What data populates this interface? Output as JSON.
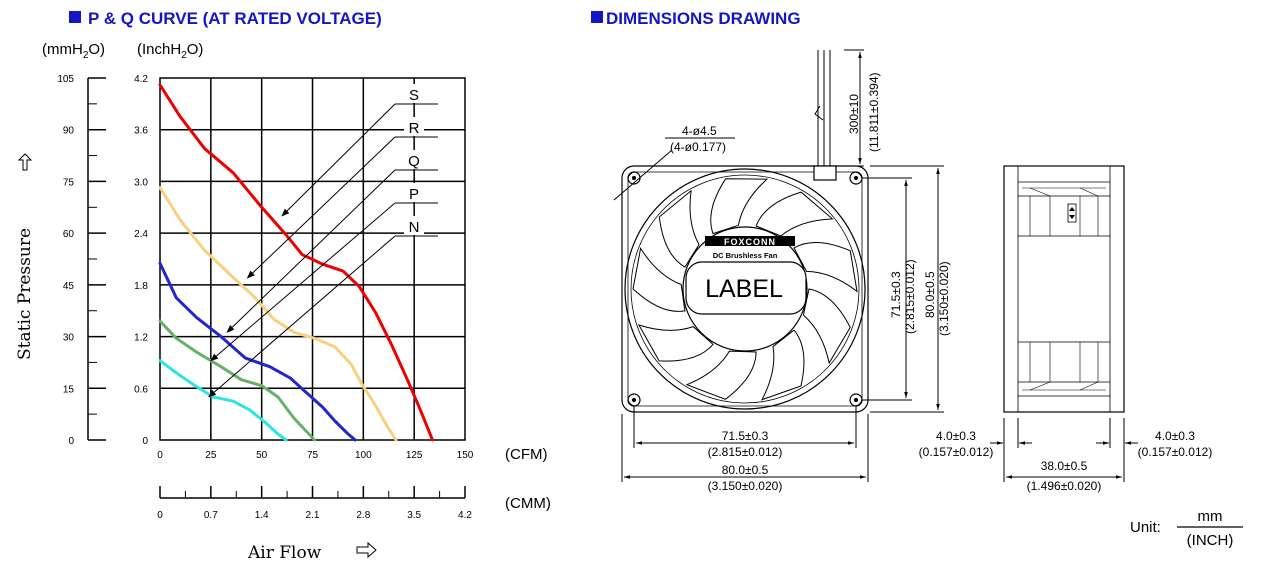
{
  "titles": {
    "pq": "P & Q CURVE (AT RATED VOLTAGE)",
    "dims": "DIMENSIONS DRAWING"
  },
  "chart_data": {
    "type": "line",
    "title": "P & Q CURVE (AT RATED VOLTAGE)",
    "ylabel": "Static Pressure",
    "xlabel": "Air Flow",
    "y_unit_left": "(mmH2O)",
    "y_unit_right": "(InchH2O)",
    "x_unit_top": "(CFM)",
    "x_unit_bottom": "(CMM)",
    "xlim": [
      0,
      150
    ],
    "ylim": [
      0,
      4.2
    ],
    "x_ticks": [
      0,
      25,
      50,
      75,
      100,
      125,
      150
    ],
    "x2_ticks": [
      "0",
      "0.7",
      "1.4",
      "2.1",
      "2.8",
      "3.5",
      "4.2"
    ],
    "y_ticks_inch": [
      "0",
      "0.6",
      "1.2",
      "1.8",
      "2.4",
      "3.0",
      "3.6",
      "4.2"
    ],
    "y_ticks_mm": [
      "0",
      "15",
      "30",
      "45",
      "60",
      "75",
      "90",
      "105"
    ],
    "grid": true,
    "series": [
      {
        "name": "S",
        "color": "#ee0000",
        "x": [
          0,
          10,
          22,
          36,
          50,
          62,
          70,
          80,
          90,
          98,
          106,
          114,
          122,
          128,
          134
        ],
        "y": [
          4.12,
          3.75,
          3.38,
          3.1,
          2.7,
          2.38,
          2.15,
          2.04,
          1.96,
          1.78,
          1.48,
          1.1,
          0.68,
          0.35,
          0.0
        ]
      },
      {
        "name": "R",
        "color": "#f8d080",
        "x": [
          0,
          10,
          22,
          34,
          46,
          56,
          66,
          76,
          86,
          94,
          100,
          106,
          112,
          116
        ],
        "y": [
          2.93,
          2.55,
          2.2,
          1.93,
          1.67,
          1.4,
          1.25,
          1.18,
          1.08,
          0.88,
          0.62,
          0.4,
          0.15,
          0.0
        ]
      },
      {
        "name": "Q",
        "color": "#1f28cc",
        "x": [
          0,
          8,
          18,
          30,
          42,
          54,
          64,
          72,
          80,
          86,
          92,
          96
        ],
        "y": [
          2.05,
          1.65,
          1.42,
          1.2,
          0.95,
          0.85,
          0.72,
          0.55,
          0.38,
          0.22,
          0.08,
          0.0
        ]
      },
      {
        "name": "P",
        "color": "#66b06a",
        "x": [
          0,
          8,
          18,
          30,
          40,
          50,
          58,
          66,
          72,
          76
        ],
        "y": [
          1.38,
          1.18,
          1.02,
          0.85,
          0.7,
          0.63,
          0.5,
          0.25,
          0.1,
          0.0
        ]
      },
      {
        "name": "N",
        "color": "#2ae5e5",
        "x": [
          0,
          8,
          16,
          26,
          36,
          44,
          52,
          58,
          62
        ],
        "y": [
          0.92,
          0.78,
          0.65,
          0.5,
          0.45,
          0.35,
          0.2,
          0.07,
          0.0
        ]
      }
    ],
    "annotations": [
      "S",
      "R",
      "Q",
      "P",
      "N"
    ]
  },
  "dims": {
    "cable_len": "300±10",
    "cable_len_in": "(11.811±0.394)",
    "hole": "4-ø4.5",
    "hole_in": "(4-ø0.177)",
    "hole_span": "71.5±0.3",
    "hole_span_in": "(2.815±0.012)",
    "frame": "80.0±0.5",
    "frame_in": "(3.150±0.020)",
    "brand": "FOXCONN",
    "brand_sub": "DC Brushless Fan",
    "label": "LABEL",
    "flange": "4.0±0.3",
    "flange_in": "(0.157±0.012)",
    "depth": "38.0±0.5",
    "depth_in": "(1.496±0.020)",
    "unit_prefix": "Unit:",
    "unit_num": "mm",
    "unit_den": "(INCH)"
  }
}
